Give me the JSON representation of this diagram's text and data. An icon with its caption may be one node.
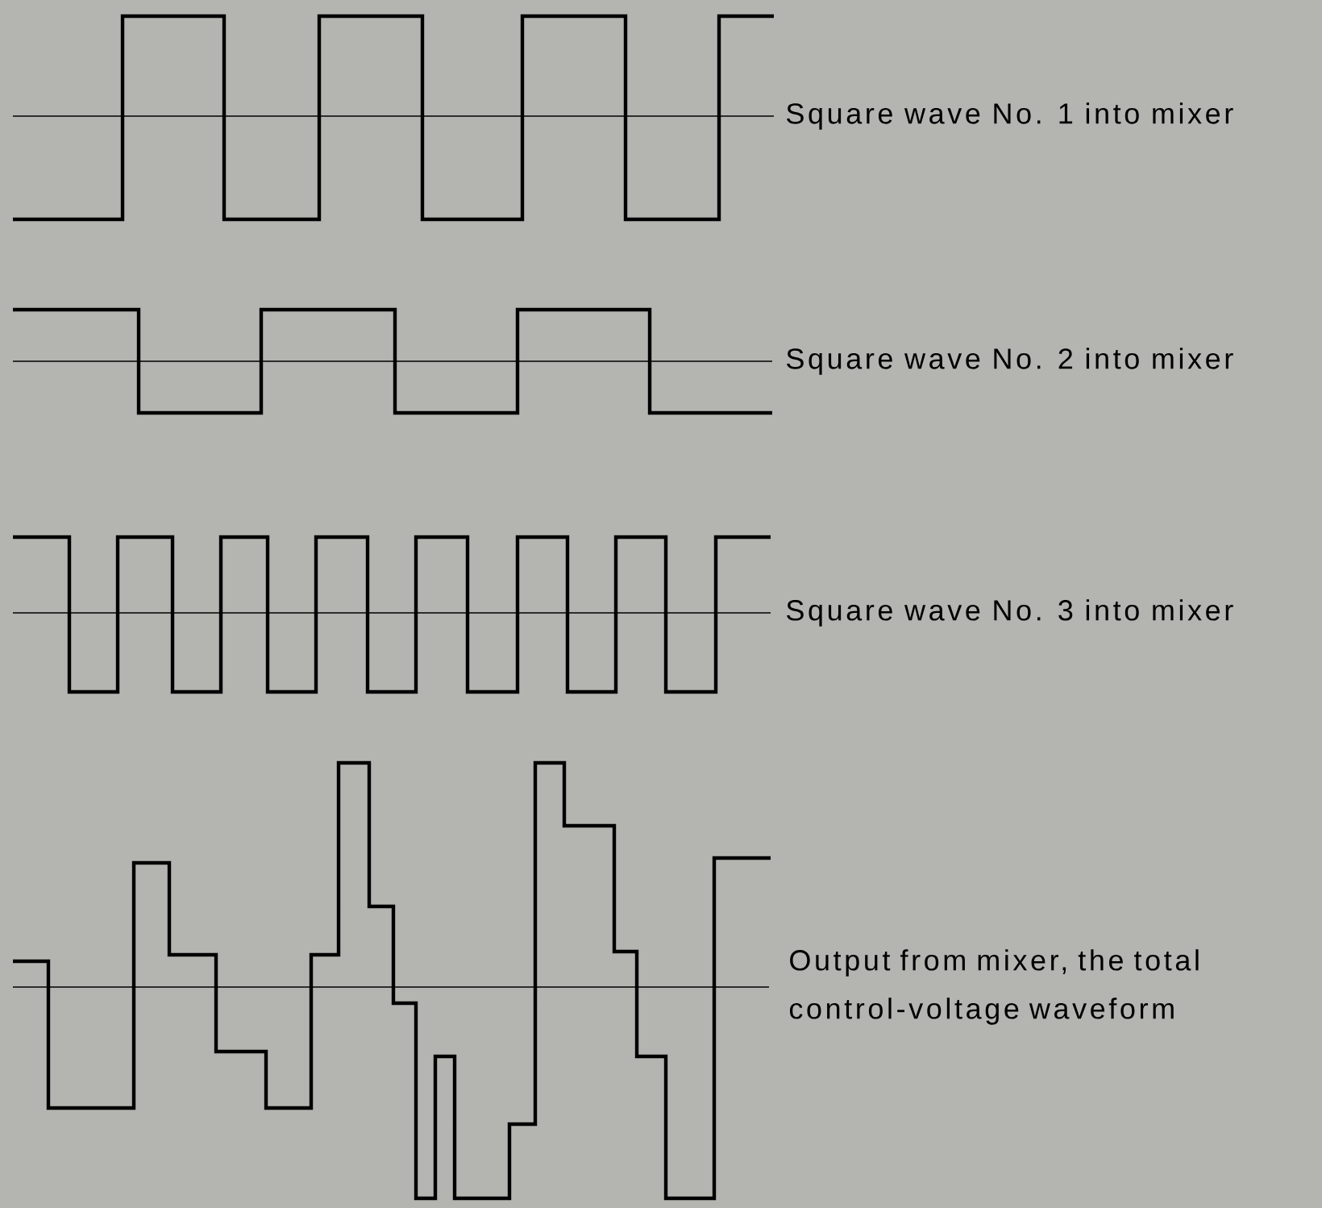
{
  "diagram": {
    "labels": [
      "Square wave No. 1 into mixer",
      "Square wave No. 2 into mixer",
      "Square wave No. 3 into mixer",
      "Output from mixer, the total control-voltage waveform"
    ]
  }
}
